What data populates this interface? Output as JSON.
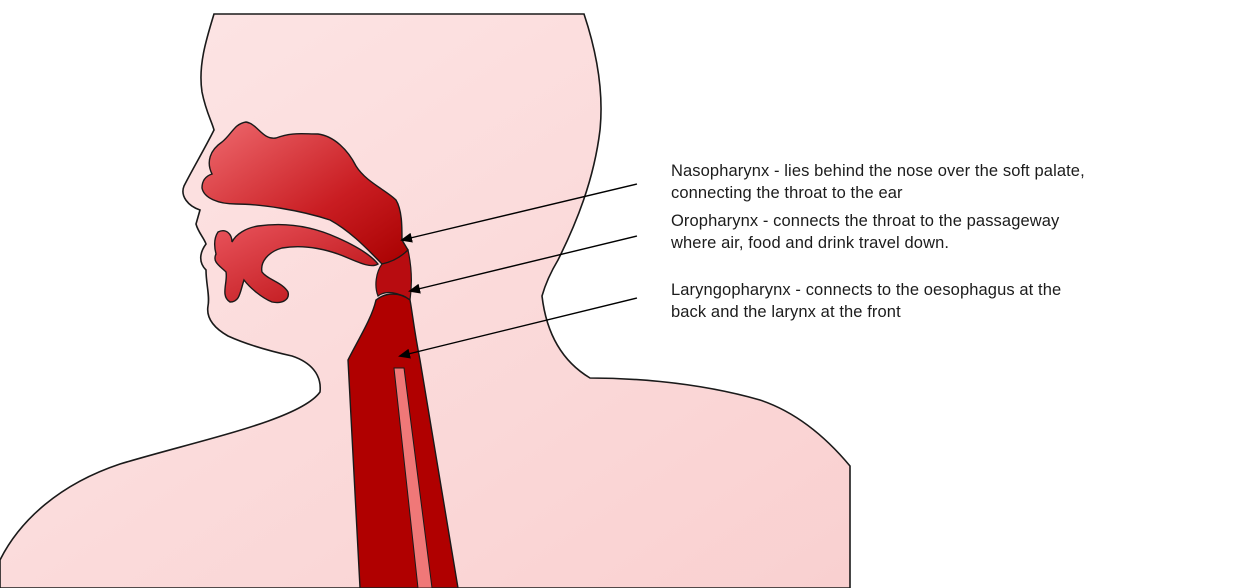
{
  "labels": {
    "nasopharynx": {
      "line1": "Nasopharynx - lies behind the nose over the soft palate,",
      "line2": "connecting the throat to the ear"
    },
    "oropharynx": {
      "line1": "Oropharynx - connects the throat to the passageway",
      "line2": "where air, food and drink travel down."
    },
    "laryngopharynx": {
      "line1": "Laryngopharynx - connects to the oesophagus at the",
      "line2": "back and the larynx at the front"
    }
  },
  "colors": {
    "skin": "#fbd9d9",
    "outline": "#1a1a1a",
    "airway_dark": "#b00000",
    "airway_light": "#e8595f",
    "esophagus_highlight": "#f07878",
    "text": "#1c1c1c",
    "arrow": "#000000"
  }
}
